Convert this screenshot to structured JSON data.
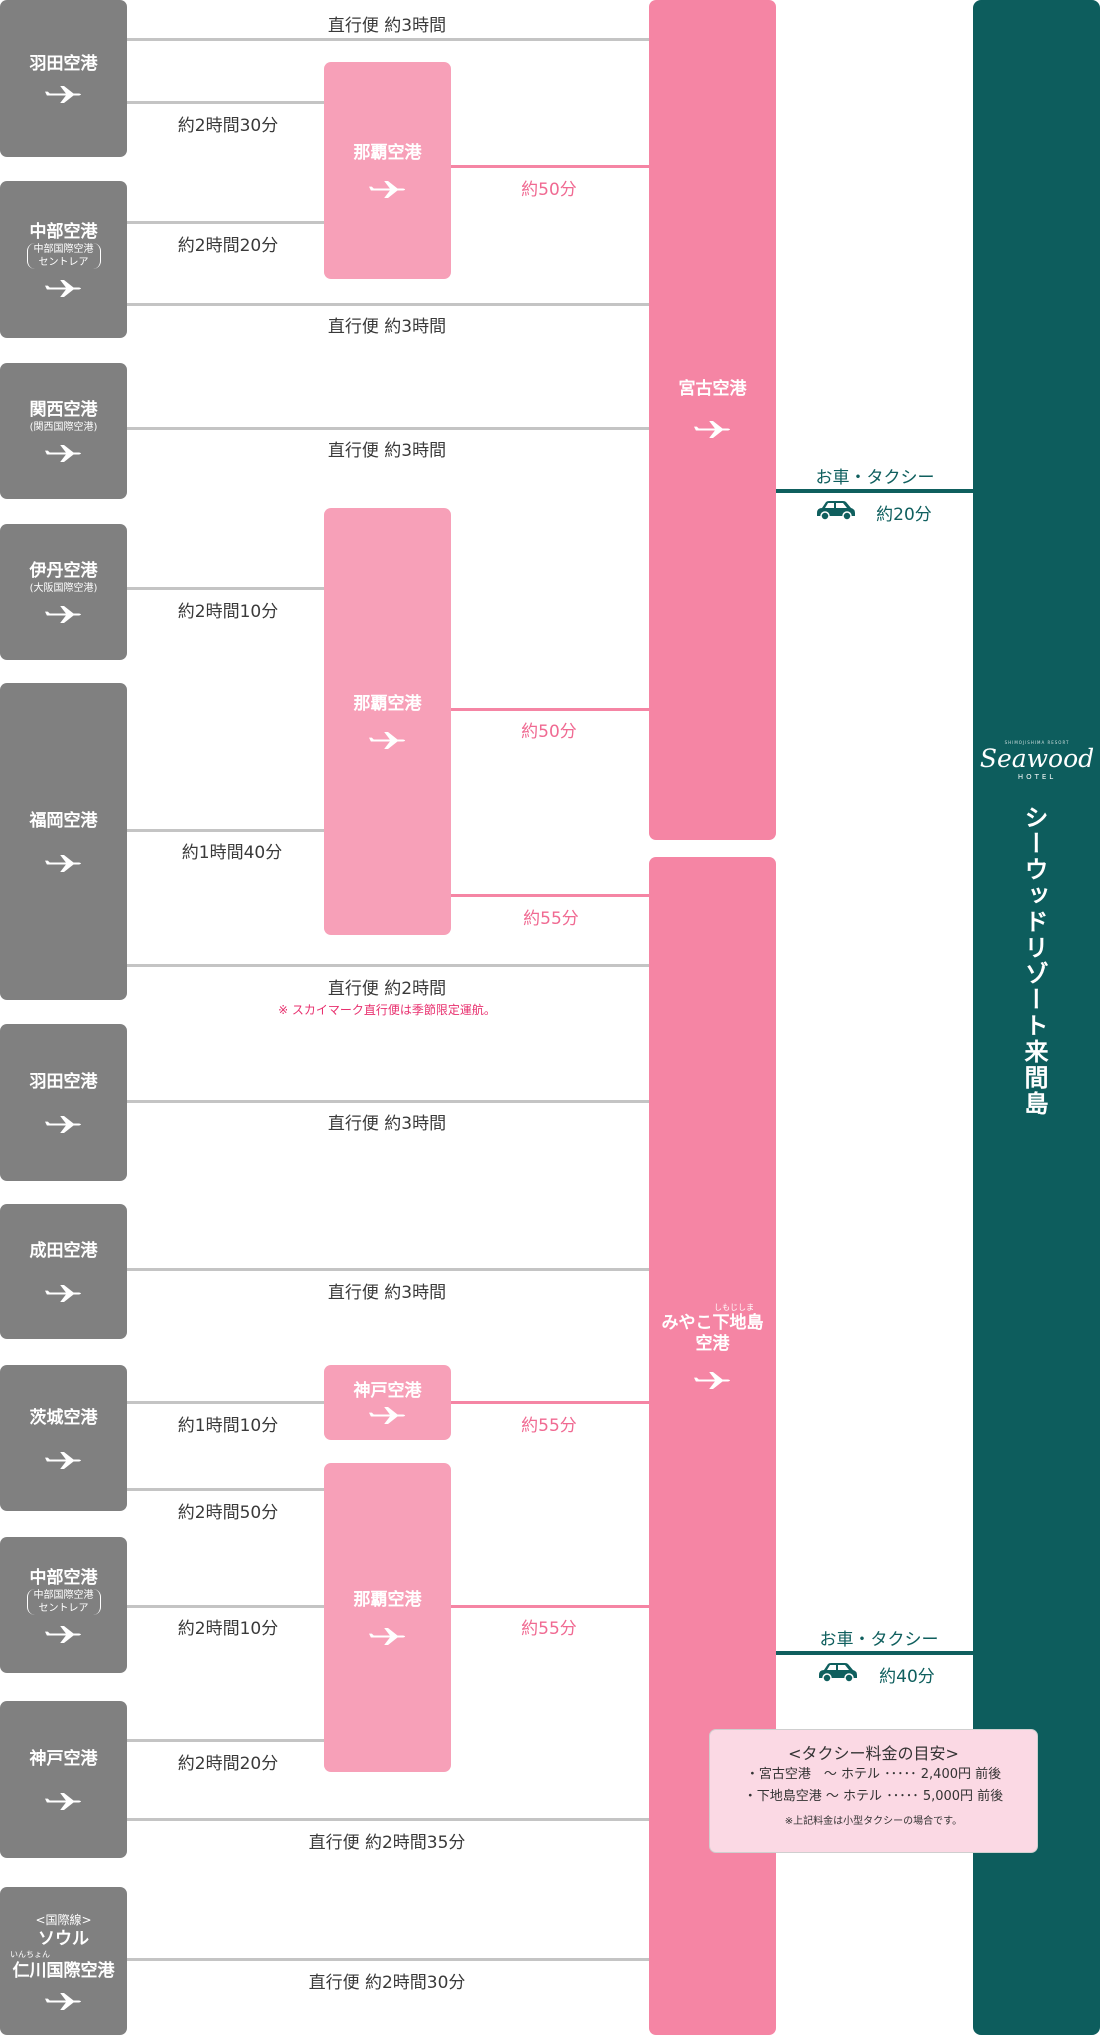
{
  "origins": [
    {
      "name": "羽田空港"
    },
    {
      "name": "中部空港",
      "sub1": "中部国際空港",
      "sub2": "セントレア"
    },
    {
      "name": "関西空港",
      "sub1": "(関西国際空港)"
    },
    {
      "name": "伊丹空港",
      "sub1": "(大阪国際空港)"
    },
    {
      "name": "福岡空港"
    },
    {
      "name": "羽田空港"
    },
    {
      "name": "成田空港"
    },
    {
      "name": "茨城空港"
    },
    {
      "name": "中部空港",
      "sub1": "中部国際空港",
      "sub2": "セントレア"
    },
    {
      "name": "神戸空港"
    },
    {
      "intl": "<国際線>",
      "name": "ソウル",
      "ruby": "いんちょん",
      "name2": "仁川国際空港"
    }
  ],
  "hubs": [
    {
      "name": "那覇空港"
    },
    {
      "name": "那覇空港"
    },
    {
      "name": "神戸空港"
    },
    {
      "name": "那覇空港"
    }
  ],
  "destinations": [
    {
      "name": "宮古空港"
    },
    {
      "ruby": "しもじしま",
      "name": "みやこ下地島",
      "name2": "空港"
    }
  ],
  "routes": {
    "r1": "直行便 約3時間",
    "r2": "約2時間30分",
    "r3": "約2時間20分",
    "r4": "直行便 約3時間",
    "r5": "直行便 約3時間",
    "r6": "約2時間10分",
    "r7": "約1時間40分",
    "r8": "直行便 約2時間",
    "r9": "直行便 約3時間",
    "r10": "直行便 約3時間",
    "r11": "約1時間10分",
    "r12": "約2時間50分",
    "r13": "約2時間10分",
    "r14": "約2時間20分",
    "r15": "直行便 約2時間35分",
    "r16": "直行便 約2時間30分",
    "h1": "約50分",
    "h2": "約50分",
    "h3": "約55分",
    "h4": "約55分",
    "h5": "約55分"
  },
  "note": "※ スカイマーク直行便は季節限定運航。",
  "transfer": {
    "label": "お車・タクシー",
    "time1": "約20分",
    "time2": "約40分"
  },
  "fare": {
    "title": "<タクシー料金の目安>",
    "row1": "・宮古空港　～ ホテル ･････ 2,400円 前後",
    "row2": "・下地島空港 ～ ホテル ･････ 5,000円 前後",
    "note": "※上記料金は小型タクシーの場合です。"
  },
  "hotel": {
    "logo_script": "Seawood",
    "logo_small": "HOTEL",
    "logo_tiny": "SHIMOJISHIMA RESORT",
    "name": "シーウッドリゾート来間島"
  },
  "colors": {
    "gray": "#808080",
    "hub": "#f7a0b8",
    "dest": "#f585a4",
    "teal": "#0d5d5d"
  }
}
